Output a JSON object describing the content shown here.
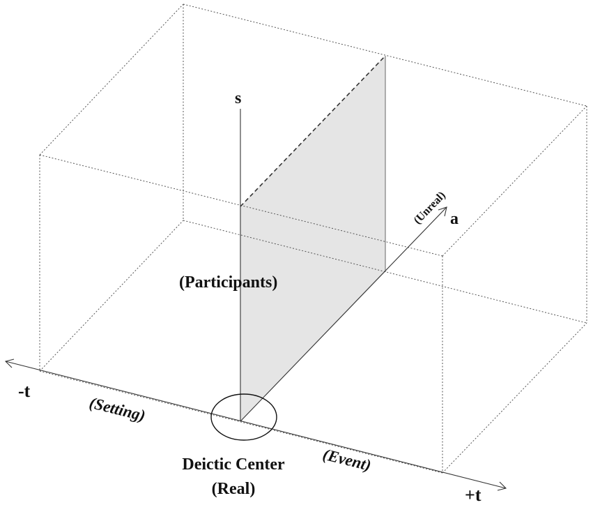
{
  "diagram": {
    "labels": {
      "neg_t": "-t",
      "pos_t": "+t",
      "s_axis": "s",
      "a_axis": "a",
      "unreal": "(Unreal)",
      "participants": "(Participants)",
      "setting": "(Setting)",
      "event": "(Event)",
      "deictic_center": "Deictic Center",
      "real": "(Real)"
    }
  }
}
